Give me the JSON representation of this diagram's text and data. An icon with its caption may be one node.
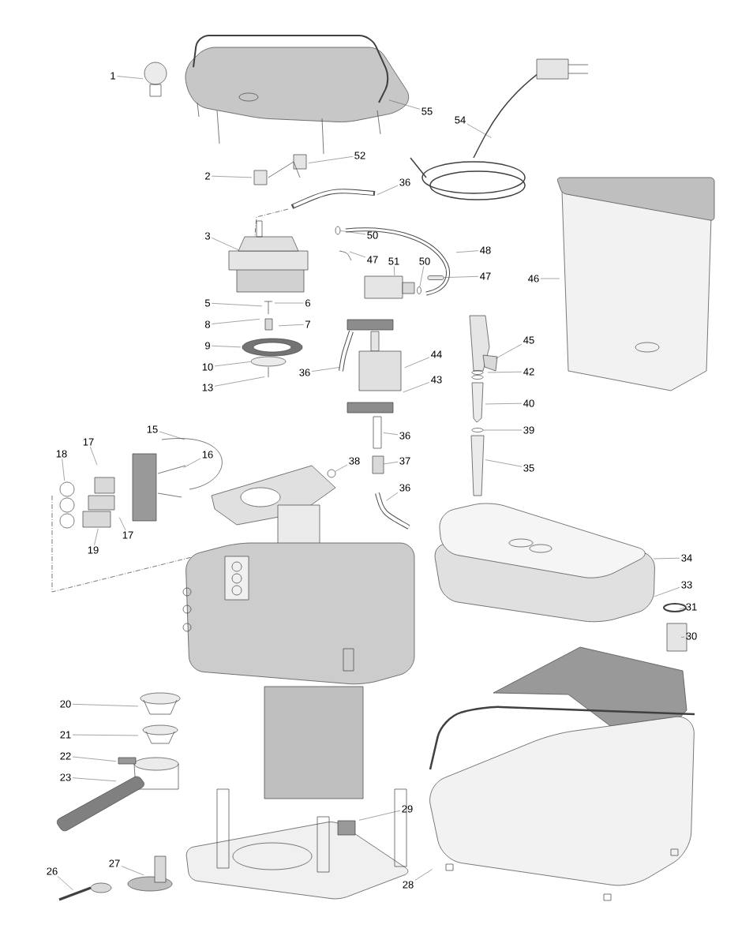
{
  "diagram": {
    "nodes": [
      {
        "text": [
          "1"
        ]
      },
      {
        "text": [
          "55"
        ]
      },
      {
        "text": [
          "54"
        ]
      },
      {
        "text": [
          "52"
        ]
      },
      {
        "text": [
          "2"
        ]
      },
      {
        "text": [
          "36"
        ]
      },
      {
        "text": [
          "3"
        ]
      },
      {
        "text": [
          "50"
        ]
      },
      {
        "text": [
          "47"
        ]
      },
      {
        "text": [
          "51"
        ]
      },
      {
        "text": [
          "50"
        ]
      },
      {
        "text": [
          "48"
        ]
      },
      {
        "text": [
          "47"
        ]
      },
      {
        "text": [
          "46"
        ]
      },
      {
        "text": [
          "5"
        ]
      },
      {
        "text": [
          "6"
        ]
      },
      {
        "text": [
          "8"
        ]
      },
      {
        "text": [
          "7"
        ]
      },
      {
        "text": [
          "9"
        ]
      },
      {
        "text": [
          "10"
        ]
      },
      {
        "text": [
          "13"
        ]
      },
      {
        "text": [
          "45"
        ]
      },
      {
        "text": [
          "44"
        ]
      },
      {
        "text": [
          "42"
        ]
      },
      {
        "text": [
          "43"
        ]
      },
      {
        "text": [
          "36"
        ]
      },
      {
        "text": [
          "40"
        ]
      },
      {
        "text": [
          "15"
        ]
      },
      {
        "text": [
          "39"
        ]
      },
      {
        "text": [
          "36"
        ]
      },
      {
        "text": [
          "17"
        ]
      },
      {
        "text": [
          "16"
        ]
      },
      {
        "text": [
          "18"
        ]
      },
      {
        "text": [
          "38"
        ]
      },
      {
        "text": [
          "37"
        ]
      },
      {
        "text": [
          "35"
        ]
      },
      {
        "text": [
          "36"
        ]
      },
      {
        "text": [
          "17"
        ]
      },
      {
        "text": [
          "19"
        ]
      },
      {
        "text": [
          "34"
        ]
      },
      {
        "text": [
          "33"
        ]
      },
      {
        "text": [
          "31"
        ]
      },
      {
        "text": [
          "30"
        ]
      },
      {
        "text": [
          "20"
        ]
      },
      {
        "text": [
          "21"
        ]
      },
      {
        "text": [
          "22"
        ]
      },
      {
        "text": [
          "23"
        ]
      },
      {
        "text": [
          "29"
        ]
      },
      {
        "text": [
          "27"
        ]
      },
      {
        "text": [
          "26"
        ]
      },
      {
        "text": [
          "28"
        ]
      },
      {
        "text": [],
        "shape": "circle"
      },
      {
        "text": [],
        "shape": "circle"
      },
      {
        "text": [],
        "shape": "box"
      },
      {
        "text": [],
        "shape": "circle"
      },
      {
        "text": [],
        "shape": "circle"
      },
      {
        "text": [],
        "shape": "box"
      }
    ],
    "edges": [
      {
        "from": 0,
        "to": null,
        "arrow": "none"
      },
      {
        "from": 1,
        "to": null,
        "arrow": "none"
      },
      {
        "from": 2,
        "to": null,
        "arrow": "none"
      },
      {
        "from": 3,
        "to": null,
        "arrow": "none"
      },
      {
        "from": 4,
        "to": null,
        "arrow": "none"
      },
      {
        "from": 5,
        "to": null,
        "arrow": "none"
      },
      {
        "from": 6,
        "to": null,
        "arrow": "none"
      },
      {
        "from": 7,
        "to": 51,
        "arrow": "none"
      },
      {
        "from": 8,
        "to": null,
        "arrow": "none"
      },
      {
        "from": 9,
        "to": null,
        "arrow": "none"
      },
      {
        "from": 10,
        "to": 52,
        "arrow": "none"
      },
      {
        "from": 11,
        "to": null,
        "arrow": "none"
      },
      {
        "from": 12,
        "to": 53,
        "arrow": "none"
      },
      {
        "from": 13,
        "to": null,
        "arrow": "none"
      },
      {
        "from": 14,
        "to": null,
        "arrow": "none"
      },
      {
        "from": 15,
        "to": null,
        "arrow": "none"
      },
      {
        "from": 16,
        "to": null,
        "arrow": "none"
      },
      {
        "from": 17,
        "to": null,
        "arrow": "none"
      },
      {
        "from": 18,
        "to": null,
        "arrow": "none"
      },
      {
        "from": 19,
        "to": null,
        "arrow": "none"
      },
      {
        "from": 20,
        "to": null,
        "arrow": "none"
      },
      {
        "from": 21,
        "to": null,
        "arrow": "none"
      },
      {
        "from": 22,
        "to": null,
        "arrow": "none"
      },
      {
        "from": 23,
        "to": null,
        "arrow": "none"
      },
      {
        "from": 24,
        "to": null,
        "arrow": "none"
      },
      {
        "from": 25,
        "to": null,
        "arrow": "none"
      },
      {
        "from": 26,
        "to": null,
        "arrow": "none"
      },
      {
        "from": 27,
        "to": null,
        "arrow": "none"
      },
      {
        "from": 28,
        "to": 54,
        "arrow": "none"
      },
      {
        "from": 29,
        "to": null,
        "arrow": "none"
      },
      {
        "from": 30,
        "to": null,
        "arrow": "none"
      },
      {
        "from": 31,
        "to": null,
        "arrow": "none"
      },
      {
        "from": 32,
        "to": null,
        "arrow": "none"
      },
      {
        "from": 33,
        "to": 55,
        "arrow": "none"
      },
      {
        "from": 34,
        "to": 56,
        "arrow": "none"
      },
      {
        "from": 35,
        "to": null,
        "arrow": "none"
      },
      {
        "from": 36,
        "to": null,
        "arrow": "none"
      },
      {
        "from": 37,
        "to": null,
        "arrow": "none"
      },
      {
        "from": 38,
        "to": null,
        "arrow": "none"
      },
      {
        "from": 39,
        "to": null,
        "arrow": "none"
      },
      {
        "from": 40,
        "to": null,
        "arrow": "none"
      },
      {
        "from": 41,
        "to": null,
        "arrow": "none"
      },
      {
        "from": 42,
        "to": null,
        "arrow": "none"
      },
      {
        "from": 43,
        "to": null,
        "arrow": "none"
      },
      {
        "from": 44,
        "to": null,
        "arrow": "none"
      },
      {
        "from": 45,
        "to": null,
        "arrow": "none"
      },
      {
        "from": 46,
        "to": null,
        "arrow": "none"
      },
      {
        "from": 47,
        "to": null,
        "arrow": "none"
      },
      {
        "from": 48,
        "to": null,
        "arrow": "none"
      },
      {
        "from": 49,
        "to": null,
        "arrow": "none"
      },
      {
        "from": 50,
        "to": null,
        "arrow": "none"
      }
    ]
  }
}
